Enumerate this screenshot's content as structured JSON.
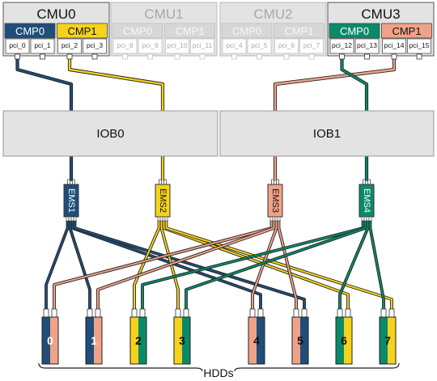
{
  "colors": {
    "blue": "#1f4e79",
    "yellow": "#f5d31c",
    "salmon": "#f0a289",
    "green": "#0b8a6a",
    "grey_box": "#e3e3e3",
    "grey_text": "#a9a9a9",
    "line_dark": "#333333"
  },
  "cmus": [
    {
      "label": "CMU0",
      "active": true,
      "cmps": [
        {
          "label": "CMP0",
          "color": "blue",
          "pcis": [
            "pci_0",
            "pci_1"
          ]
        },
        {
          "label": "CMP1",
          "color": "yellow",
          "pcis": [
            "pci_2",
            "pci_3"
          ]
        }
      ]
    },
    {
      "label": "CMU1",
      "active": false,
      "cmps": [
        {
          "label": "CMP0",
          "color": null,
          "pcis": [
            "pci_8",
            "pci_9"
          ]
        },
        {
          "label": "CMP1",
          "color": null,
          "pcis": [
            "pci_10",
            "pci_11"
          ]
        }
      ]
    },
    {
      "label": "CMU2",
      "active": false,
      "cmps": [
        {
          "label": "CMP0",
          "color": null,
          "pcis": [
            "pci_4",
            "pci_5"
          ]
        },
        {
          "label": "CMP1",
          "color": null,
          "pcis": [
            "pci_6",
            "pci_7"
          ]
        }
      ]
    },
    {
      "label": "CMU3",
      "active": true,
      "cmps": [
        {
          "label": "CMP0",
          "color": "green",
          "pcis": [
            "pci_12",
            "pci_13"
          ]
        },
        {
          "label": "CMP1",
          "color": "salmon",
          "pcis": [
            "pci_14",
            "pci_15"
          ]
        }
      ]
    }
  ],
  "iobs": [
    "IOB0",
    "IOB1"
  ],
  "ems": [
    {
      "label": "EMS1",
      "color": "blue"
    },
    {
      "label": "EMS2",
      "color": "yellow"
    },
    {
      "label": "EMS3",
      "color": "salmon"
    },
    {
      "label": "EMS4",
      "color": "green"
    }
  ],
  "hdds": [
    {
      "label": "0",
      "left": "blue",
      "right": "salmon"
    },
    {
      "label": "1",
      "left": "blue",
      "right": "salmon"
    },
    {
      "label": "2",
      "left": "yellow",
      "right": "green"
    },
    {
      "label": "3",
      "left": "yellow",
      "right": "green"
    },
    {
      "label": "4",
      "left": "salmon",
      "right": "blue"
    },
    {
      "label": "5",
      "left": "salmon",
      "right": "blue"
    },
    {
      "label": "6",
      "left": "green",
      "right": "yellow"
    },
    {
      "label": "7",
      "left": "green",
      "right": "yellow"
    }
  ],
  "hdd_group_label": "HDDs"
}
